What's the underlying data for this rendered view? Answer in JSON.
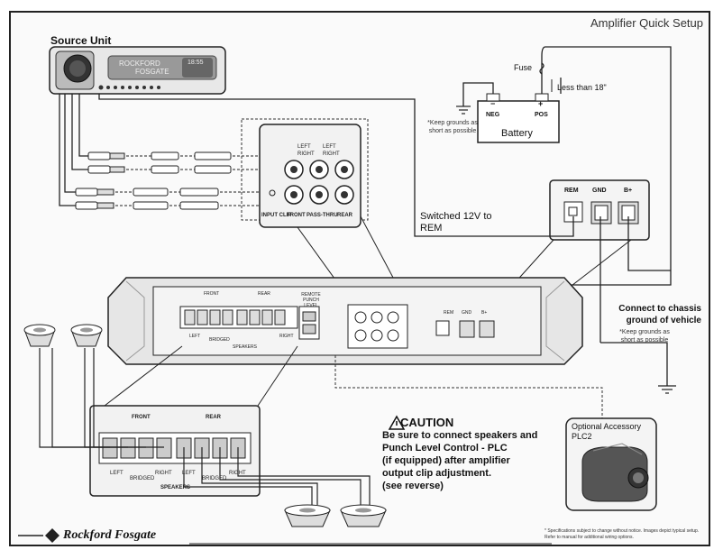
{
  "title": "Amplifier Quick Setup",
  "source_unit": {
    "label": "Source Unit",
    "display_brand": "ROCKFORD",
    "display_brand2": "FOSGATE",
    "display_time": "18:55"
  },
  "battery": {
    "label": "Battery",
    "neg": "NEG",
    "pos": "POS",
    "neg_sign": "−",
    "pos_sign": "+",
    "fuse": "Fuse",
    "distance": "Less than 18\"",
    "ground_note": "*Keep grounds as short as possible"
  },
  "power_terminals": {
    "rem": "REM",
    "gnd": "GND",
    "bplus": "B+"
  },
  "switched": "Switched 12V to REM",
  "chassis": {
    "label": "Connect to chassis ground of vehicle",
    "note": "*Keep grounds as short as possible"
  },
  "rca_panel": {
    "left": "LEFT",
    "right": "RIGHT",
    "input_clip": "INPUT CLIP",
    "front": "FRONT",
    "pass_thru": "PASS-THRU",
    "rear": "REAR"
  },
  "amp_panel": {
    "front": "FRONT",
    "rear": "REAR",
    "remote_punch": "REMOTE PUNCH LEVEL",
    "left": "LEFT",
    "right": "RIGHT",
    "bridged": "BRIDGED",
    "speakers": "SPEAKERS"
  },
  "speaker_block": {
    "front": "FRONT",
    "rear": "REAR",
    "left": "LEFT",
    "right": "RIGHT",
    "bridged": "BRIDGED",
    "speakers": "SPEAKERS"
  },
  "caution": {
    "head": "CAUTION",
    "line1": "Be sure to connect speakers and",
    "line2": "Punch Level Control - PLC",
    "line3": "(if equipped) after amplifier",
    "line4": "output clip adjustment.",
    "line5": "(see reverse)"
  },
  "accessory": {
    "label1": "Optional Accessory",
    "label2": "PLC2"
  },
  "footer": {
    "brand": "Rockford Fosgate",
    "disclaimer1": "* Specifications subject to change without notice. Images depict typical setup.",
    "disclaimer2": "Refer to manual for additional wiring options."
  }
}
